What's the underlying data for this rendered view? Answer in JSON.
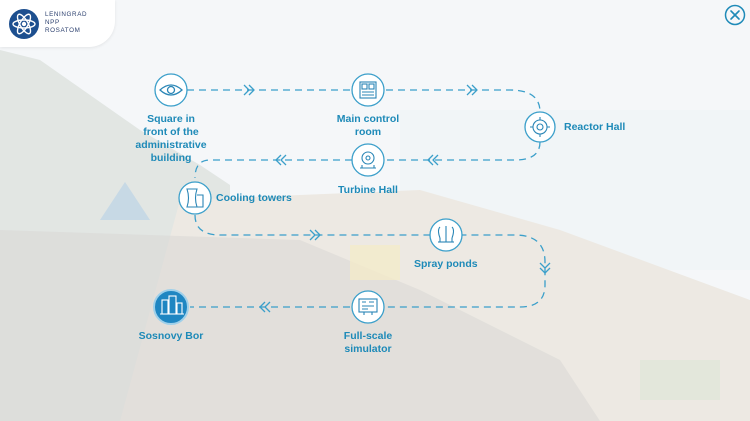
{
  "logo": {
    "line1": "LENINGRAD",
    "line2": "NPP",
    "line3": "ROSATOM"
  },
  "colors": {
    "accent": "#1e8ab8",
    "active_fill": "#1f86c2",
    "brand": "#1d4f8f"
  },
  "stops": [
    {
      "label": "Square in front of the administrative building",
      "icon": "eye-icon"
    },
    {
      "label": "Main control room",
      "icon": "control-panel-icon"
    },
    {
      "label": "Reactor Hall",
      "icon": "reactor-icon"
    },
    {
      "label": "Turbine Hall",
      "icon": "turbine-icon"
    },
    {
      "label": "Cooling towers",
      "icon": "cooling-tower-icon"
    },
    {
      "label": "Spray ponds",
      "icon": "fountain-icon"
    },
    {
      "label": "Full-scale simulator",
      "icon": "simulator-icon"
    },
    {
      "label": "Sosnovy Bor",
      "icon": "city-icon",
      "active": true
    }
  ]
}
